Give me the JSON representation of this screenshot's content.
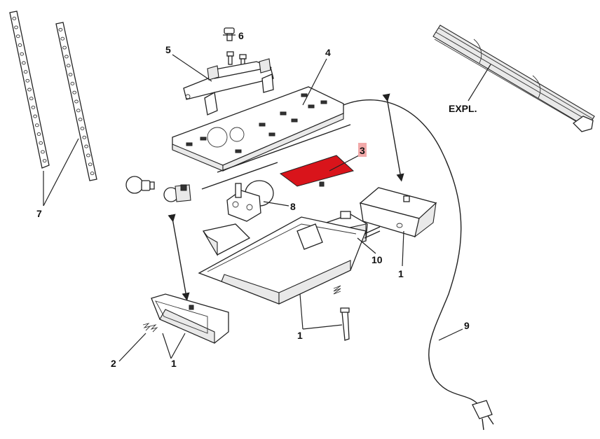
{
  "labels": {
    "l1a": "1",
    "l1b": "1",
    "l1c": "1",
    "l2": "2",
    "l3": "3",
    "l4": "4",
    "l5": "5",
    "l6": "6",
    "l7": "7",
    "l8": "8",
    "l9": "9",
    "l10": "10",
    "expl": "EXPL."
  },
  "colors": {
    "highlight_part": "#d9141b",
    "highlight_label_bg": "#f2a9a9"
  }
}
